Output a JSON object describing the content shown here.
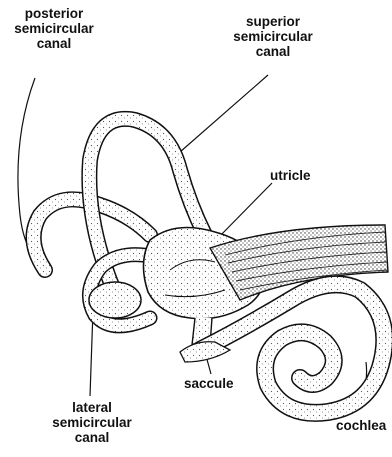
{
  "labels": {
    "posterior": [
      "posterior",
      "semicircular",
      "canal"
    ],
    "superior": [
      "superior",
      "semicircular",
      "canal"
    ],
    "utricle": "utricle",
    "saccule": "saccule",
    "lateral": [
      "lateral",
      "semicircular",
      "canal"
    ],
    "cochlea": "cochlea"
  }
}
